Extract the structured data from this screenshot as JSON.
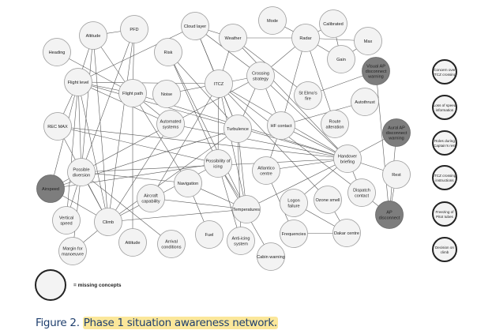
{
  "nodes": [
    {
      "id": "heading",
      "label": "Heading",
      "kind": "normal"
    },
    {
      "id": "altitude",
      "label": "Altitude",
      "kind": "normal"
    },
    {
      "id": "pfd",
      "label": "PFD",
      "kind": "normal"
    },
    {
      "id": "cloud-layer",
      "label": "Cloud layer",
      "kind": "normal"
    },
    {
      "id": "weather",
      "label": "Weather",
      "kind": "normal"
    },
    {
      "id": "mode",
      "label": "Mode",
      "kind": "normal"
    },
    {
      "id": "radar",
      "label": "Radar",
      "kind": "normal"
    },
    {
      "id": "calibrated",
      "label": "Calibrated",
      "kind": "normal"
    },
    {
      "id": "max",
      "label": "Max",
      "kind": "normal"
    },
    {
      "id": "gain",
      "label": "Gain",
      "kind": "normal"
    },
    {
      "id": "visual-ap",
      "label": "Visual AP|disconnect|warning",
      "kind": "dark"
    },
    {
      "id": "risk",
      "label": "Risk",
      "kind": "normal"
    },
    {
      "id": "flight-level",
      "label": "Flight level",
      "kind": "normal"
    },
    {
      "id": "flight-path",
      "label": "Flight path",
      "kind": "normal"
    },
    {
      "id": "noise",
      "label": "Noise",
      "kind": "normal"
    },
    {
      "id": "itcz",
      "label": "ITCZ",
      "kind": "normal"
    },
    {
      "id": "crossing-strategy",
      "label": "Crossing|strategy",
      "kind": "normal"
    },
    {
      "id": "st-elmo",
      "label": "St Elmo's|fire",
      "kind": "normal"
    },
    {
      "id": "autothrust",
      "label": "Autothrust",
      "kind": "normal"
    },
    {
      "id": "automated-systems",
      "label": "Automated|systems",
      "kind": "normal"
    },
    {
      "id": "rec-max",
      "label": "REC MAX",
      "kind": "normal"
    },
    {
      "id": "turbulence",
      "label": "Turbulence",
      "kind": "normal"
    },
    {
      "id": "hf-contact",
      "label": "HF contact",
      "kind": "normal"
    },
    {
      "id": "route-alteration",
      "label": "Route|alteration",
      "kind": "normal"
    },
    {
      "id": "aural-ap",
      "label": "Aural AP|disconnect|warning",
      "kind": "dark"
    },
    {
      "id": "handover-briefing",
      "label": "Handover|briefing",
      "kind": "normal"
    },
    {
      "id": "possible-diversion",
      "label": "Possible|diversion",
      "kind": "normal"
    },
    {
      "id": "possibility-icing",
      "label": "Possibility of|icing",
      "kind": "normal"
    },
    {
      "id": "atlantico-centre",
      "label": "Atlantico|centre",
      "kind": "normal"
    },
    {
      "id": "rest",
      "label": "Rest",
      "kind": "normal"
    },
    {
      "id": "airspeed",
      "label": "Airspeed",
      "kind": "dark"
    },
    {
      "id": "navigation",
      "label": "Navigation",
      "kind": "normal"
    },
    {
      "id": "aircraft-capability",
      "label": "Aircraft|capability",
      "kind": "normal"
    },
    {
      "id": "dispatch-contact",
      "label": "Dispatch|contact",
      "kind": "normal"
    },
    {
      "id": "logon-failure",
      "label": "Logon|failure",
      "kind": "normal"
    },
    {
      "id": "ozone-smell",
      "label": "Ozone smell",
      "kind": "normal"
    },
    {
      "id": "temperatures",
      "label": "Temperatures",
      "kind": "normal"
    },
    {
      "id": "ap-disconnect",
      "label": "AP|disconnect",
      "kind": "dark"
    },
    {
      "id": "vertical-speed",
      "label": "Vertical|speed",
      "kind": "normal"
    },
    {
      "id": "climb",
      "label": "Climb",
      "kind": "normal"
    },
    {
      "id": "attitude",
      "label": "Attitude",
      "kind": "normal"
    },
    {
      "id": "arrival-conditions",
      "label": "Arrival|conditions",
      "kind": "normal"
    },
    {
      "id": "fuel",
      "label": "Fuel",
      "kind": "normal"
    },
    {
      "id": "anti-icing",
      "label": "Anti-icing|system",
      "kind": "normal"
    },
    {
      "id": "frequencies",
      "label": "Frequencies",
      "kind": "normal"
    },
    {
      "id": "dakar-centre",
      "label": "Dakar centre",
      "kind": "normal"
    },
    {
      "id": "margin-manoeuvre",
      "label": "Margin for|manoeuvre",
      "kind": "normal"
    },
    {
      "id": "cabin-warning",
      "label": "Cabin warning",
      "kind": "normal"
    },
    {
      "id": "concern-itcz",
      "label": "Concern over|ITCZ crossing",
      "kind": "missing"
    },
    {
      "id": "loss-speed",
      "label": "Loss of speed|information",
      "kind": "missing"
    },
    {
      "id": "roles-rest",
      "label": "Roles during|Captain's rest",
      "kind": "missing"
    },
    {
      "id": "itcz-instructions",
      "label": "ITCZ crossing|instructions",
      "kind": "missing"
    },
    {
      "id": "freezing-pitot",
      "label": "Freezing of|Pitot tubes",
      "kind": "missing"
    },
    {
      "id": "decision-climb",
      "label": "Decision on|climb",
      "kind": "missing"
    }
  ],
  "edges": [
    [
      "altitude",
      "pfd"
    ],
    [
      "altitude",
      "flight-level"
    ],
    [
      "altitude",
      "flight-path"
    ],
    [
      "altitude",
      "possible-diversion"
    ],
    [
      "altitude",
      "climb"
    ],
    [
      "pfd",
      "flight-path"
    ],
    [
      "pfd",
      "possible-diversion"
    ],
    [
      "pfd",
      "climb"
    ],
    [
      "heading",
      "flight-path"
    ],
    [
      "cloud-layer",
      "weather"
    ],
    [
      "cloud-layer",
      "flight-level"
    ],
    [
      "cloud-layer",
      "itcz"
    ],
    [
      "cloud-layer",
      "turbulence"
    ],
    [
      "cloud-layer",
      "crossing-strategy"
    ],
    [
      "weather",
      "itcz"
    ],
    [
      "weather",
      "radar"
    ],
    [
      "weather",
      "st-elmo"
    ],
    [
      "weather",
      "handover-briefing"
    ],
    [
      "mode",
      "radar"
    ],
    [
      "radar",
      "calibrated"
    ],
    [
      "radar",
      "max"
    ],
    [
      "radar",
      "gain"
    ],
    [
      "radar",
      "crossing-strategy"
    ],
    [
      "radar",
      "route-alteration"
    ],
    [
      "radar",
      "hf-contact"
    ],
    [
      "calibrated",
      "gain"
    ],
    [
      "gain",
      "max"
    ],
    [
      "visual-ap",
      "st-elmo"
    ],
    [
      "visual-ap",
      "ap-disconnect"
    ],
    [
      "risk",
      "possibility-icing"
    ],
    [
      "risk",
      "turbulence"
    ],
    [
      "risk",
      "temperatures"
    ],
    [
      "flight-level",
      "flight-path"
    ],
    [
      "flight-level",
      "itcz"
    ],
    [
      "flight-level",
      "rec-max"
    ],
    [
      "flight-level",
      "airspeed"
    ],
    [
      "flight-level",
      "possible-diversion"
    ],
    [
      "flight-level",
      "climb"
    ],
    [
      "flight-level",
      "automated-systems"
    ],
    [
      "flight-level",
      "handover-briefing"
    ],
    [
      "flight-level",
      "vertical-speed"
    ],
    [
      "flight-path",
      "automated-systems"
    ],
    [
      "flight-path",
      "navigation"
    ],
    [
      "flight-path",
      "handover-briefing"
    ],
    [
      "flight-path",
      "attitude"
    ],
    [
      "noise",
      "itcz"
    ],
    [
      "itcz",
      "crossing-strategy"
    ],
    [
      "itcz",
      "turbulence"
    ],
    [
      "itcz",
      "possibility-icing"
    ],
    [
      "itcz",
      "handover-briefing"
    ],
    [
      "itcz",
      "aircraft-capability"
    ],
    [
      "itcz",
      "temperatures"
    ],
    [
      "itcz",
      "dispatch-contact"
    ],
    [
      "itcz",
      "ozone-smell"
    ],
    [
      "crossing-strategy",
      "turbulence"
    ],
    [
      "crossing-strategy",
      "hf-contact"
    ],
    [
      "crossing-strategy",
      "handover-briefing"
    ],
    [
      "crossing-strategy",
      "possible-diversion"
    ],
    [
      "hf-contact",
      "autothrust"
    ],
    [
      "hf-contact",
      "atlantico-centre"
    ],
    [
      "hf-contact",
      "handover-briefing"
    ],
    [
      "automated-systems",
      "climb"
    ],
    [
      "automated-systems",
      "handover-briefing"
    ],
    [
      "rec-max",
      "climb"
    ],
    [
      "rec-max",
      "possibility-icing"
    ],
    [
      "rec-max",
      "handover-briefing"
    ],
    [
      "turbulence",
      "airspeed"
    ],
    [
      "turbulence",
      "climb"
    ],
    [
      "turbulence",
      "anti-icing"
    ],
    [
      "turbulence",
      "temperatures"
    ],
    [
      "aural-ap",
      "handover-briefing"
    ],
    [
      "aural-ap",
      "ap-disconnect"
    ],
    [
      "handover-briefing",
      "rest"
    ],
    [
      "handover-briefing",
      "dispatch-contact"
    ],
    [
      "handover-briefing",
      "atlantico-centre"
    ],
    [
      "handover-briefing",
      "temperatures"
    ],
    [
      "handover-briefing",
      "logon-failure"
    ],
    [
      "handover-briefing",
      "possible-diversion"
    ],
    [
      "rest",
      "ap-disconnect"
    ],
    [
      "dispatch-contact",
      "ap-disconnect"
    ],
    [
      "possible-diversion",
      "airspeed"
    ],
    [
      "possible-diversion",
      "vertical-speed"
    ],
    [
      "possible-diversion",
      "margin-manoeuvre"
    ],
    [
      "possible-diversion",
      "climb"
    ],
    [
      "possible-diversion",
      "arrival-conditions"
    ],
    [
      "possible-diversion",
      "navigation"
    ],
    [
      "airspeed",
      "climb"
    ],
    [
      "airspeed",
      "possibility-icing"
    ],
    [
      "climb",
      "margin-manoeuvre"
    ],
    [
      "climb",
      "temperatures"
    ],
    [
      "climb",
      "possibility-icing"
    ],
    [
      "navigation",
      "fuel"
    ],
    [
      "navigation",
      "temperatures"
    ],
    [
      "aircraft-capability",
      "temperatures"
    ],
    [
      "possibility-icing",
      "anti-icing"
    ],
    [
      "possibility-icing",
      "cabin-warning"
    ],
    [
      "atlantico-centre",
      "frequencies"
    ],
    [
      "logon-failure",
      "dakar-centre"
    ],
    [
      "frequencies",
      "dakar-centre"
    ],
    [
      "ozone-smell",
      "dakar-centre"
    ],
    [
      "temperatures",
      "possibility-icing"
    ]
  ],
  "legend": {
    "text": "= missing concepts"
  },
  "caption": {
    "prefix": "Figure 2.",
    "text": "Phase 1 situation awareness network."
  },
  "colors": {
    "node_fill": "#f3f3f3",
    "node_stroke": "#9a9a9a",
    "dark_fill": "#7d7d7d",
    "missing_stroke": "#222222",
    "edge": "#5a5a5a",
    "caption": "#1f3f6e",
    "highlight": "#fbe79a"
  }
}
